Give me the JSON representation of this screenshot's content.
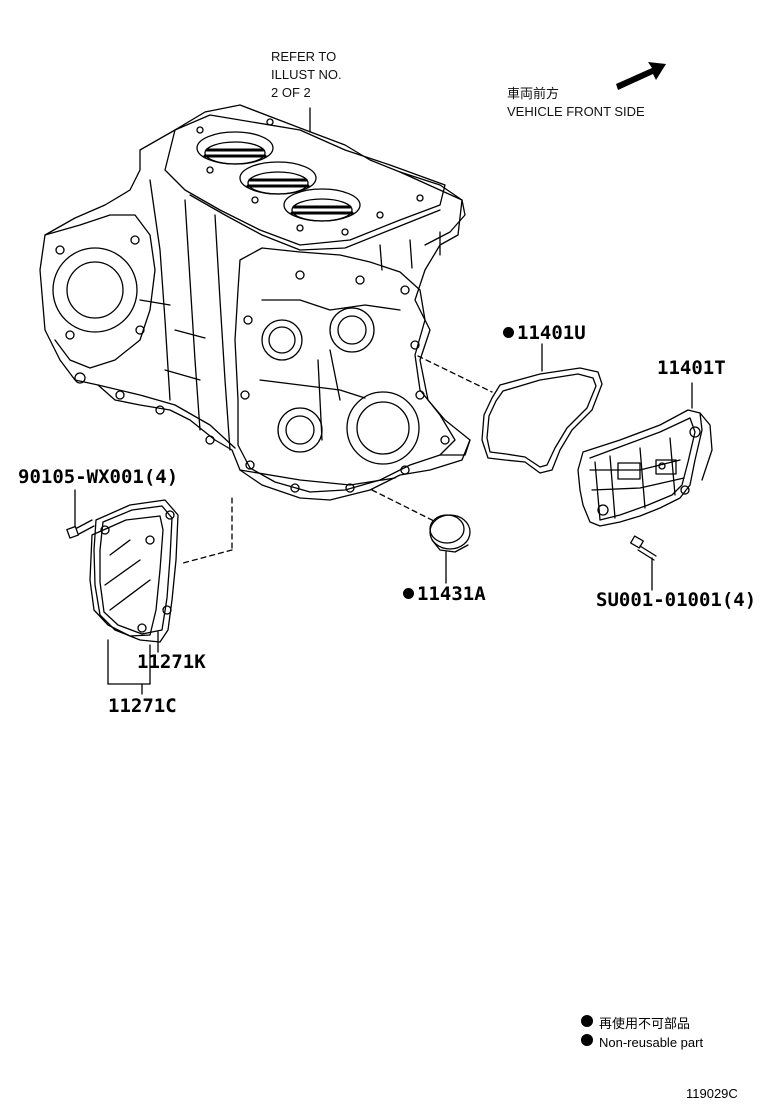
{
  "refer_note": [
    "REFER TO",
    "ILLUST NO.",
    "2 OF 2"
  ],
  "direction": {
    "jp_label": "車両前方",
    "en_label": "VEHICLE FRONT SIDE"
  },
  "parts": {
    "p11401U": "11401U",
    "p11401T": "11401T",
    "p90105": "90105-WX001(4)",
    "p11431A": "11431A",
    "pSU001": "SU001-01001(4)",
    "p11271K": "11271K",
    "p11271C": "11271C"
  },
  "legend": {
    "jp": "再使用不可部品",
    "en": "Non-reusable part"
  },
  "figure_id": "119029C",
  "icons": [
    "front-direction-arrow-icon",
    "non-reusable-dot-icon"
  ]
}
